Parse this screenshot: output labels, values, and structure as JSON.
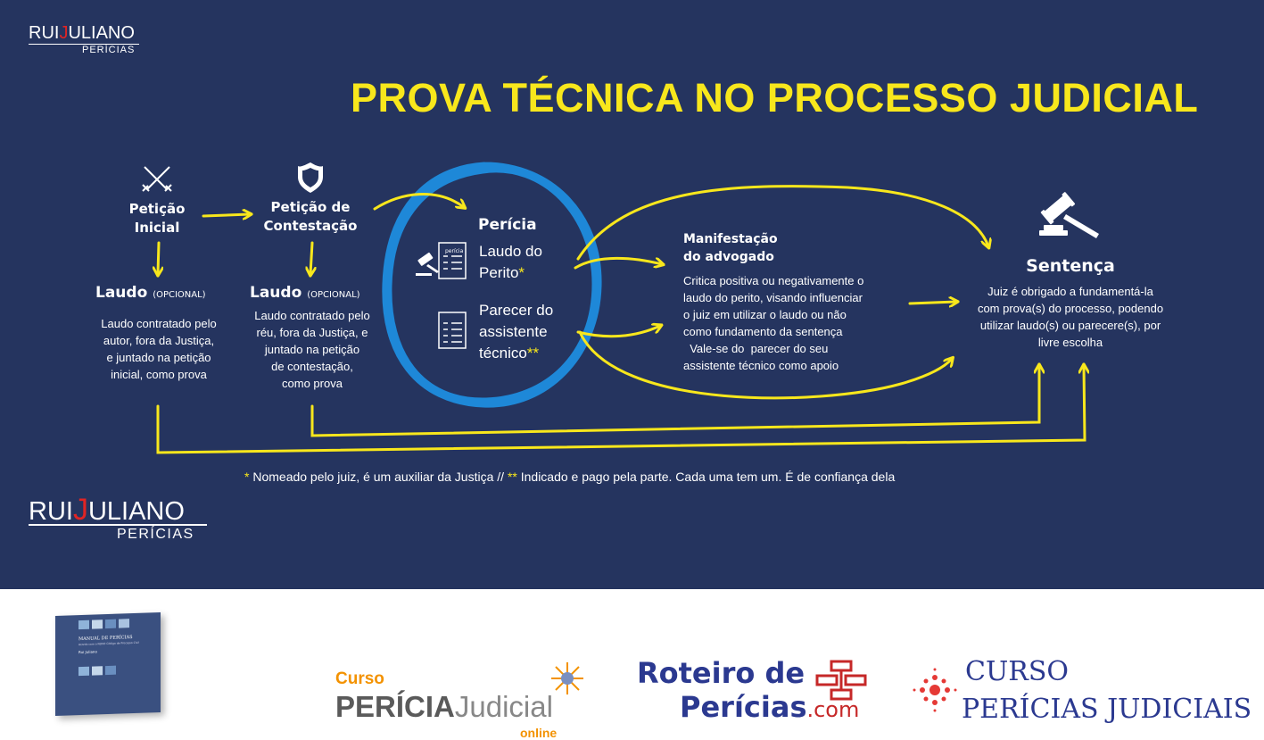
{
  "colors": {
    "background": "#25345f",
    "accent_yellow": "#f8e71c",
    "circle_blue": "#1e88d8",
    "logo_red": "#e02424",
    "brand_red": "#c62828",
    "brand_blue": "#2b3990",
    "brand_orange": "#f39200"
  },
  "brand": {
    "logo_small_rui": "RUI",
    "logo_small_j": "J",
    "logo_small_uliano": "ULIANO",
    "logo_small_sub": "PERÍCIAS",
    "logo_big_rui": "RUI",
    "logo_big_j": "J",
    "logo_big_uliano": "ULIANO",
    "logo_big_sub": "PERÍCIAS"
  },
  "title": "PROVA TÉCNICA NO PROCESSO JUDICIAL",
  "steps": {
    "peticao_inicial": {
      "title_l1": "Petição",
      "title_l2": "Inicial",
      "icon": "swords-icon"
    },
    "peticao_contestacao": {
      "title_l1": "Petição de",
      "title_l2": "Contestação",
      "icon": "shield-icon"
    },
    "laudo_autor": {
      "heading": "Laudo",
      "tag": "(OPCIONAL)",
      "lines": [
        "Laudo contratado pelo",
        "autor, fora da Justiça,",
        "e juntado na petição",
        "inicial, como prova"
      ]
    },
    "laudo_reu": {
      "heading": "Laudo",
      "tag": "(OPCIONAL)",
      "lines": [
        "Laudo contratado pelo",
        "réu, fora da Justiça, e",
        "juntado na petição",
        "de contestação,",
        "como prova"
      ]
    },
    "pericia": {
      "title": "Perícia",
      "laudo_l1": "Laudo do",
      "laudo_l2": "Perito",
      "laudo_mark": "*",
      "parecer_l1": "Parecer do",
      "parecer_l2": "assistente",
      "parecer_l3": "técnico",
      "parecer_mark": "**",
      "doc_label": "perícia"
    },
    "manifestacao": {
      "title_l1": "Manifestação",
      "title_l2": "do advogado",
      "lines": [
        "Critica positiva ou negativamente o",
        "laudo do perito, visando influenciar",
        "o juiz em utilizar o  laudo ou não",
        "como fundamento da sentença",
        "  Vale-se do  parecer do seu",
        "assistente técnico como apoio"
      ]
    },
    "sentenca": {
      "title": "Sentença",
      "icon": "gavel-icon",
      "lines": [
        "Juiz é obrigado a fundamentá-la",
        "com prova(s) do processo, podendo",
        "utilizar laudo(s) ou parecere(s), por",
        "livre escolha"
      ]
    }
  },
  "footnote": {
    "mark1": "*",
    "text1": " Nomeado pelo juiz, é um auxiliar da Justiça // ",
    "mark2": "**",
    "text2": " Indicado e pago pela parte. Cada uma tem um. É de confiança dela"
  },
  "ads": {
    "book": {
      "title": "MANUAL DE PERÍCIAS",
      "subtitle": "Acordo com o NOVO Código de Processo Civil",
      "author": "Rui Juliano"
    },
    "curso_pericia": {
      "word1": "Curso",
      "word2": "PERÍCIA",
      "word3": "Judicial",
      "word4": "online"
    },
    "roteiro": {
      "line1": "Roteiro de",
      "line2": "Perícias",
      "suffix": ".com"
    },
    "curso_pericias_judiciais": {
      "line1": "CURSO",
      "line2": "PERÍCIAS JUDICIAIS"
    }
  }
}
